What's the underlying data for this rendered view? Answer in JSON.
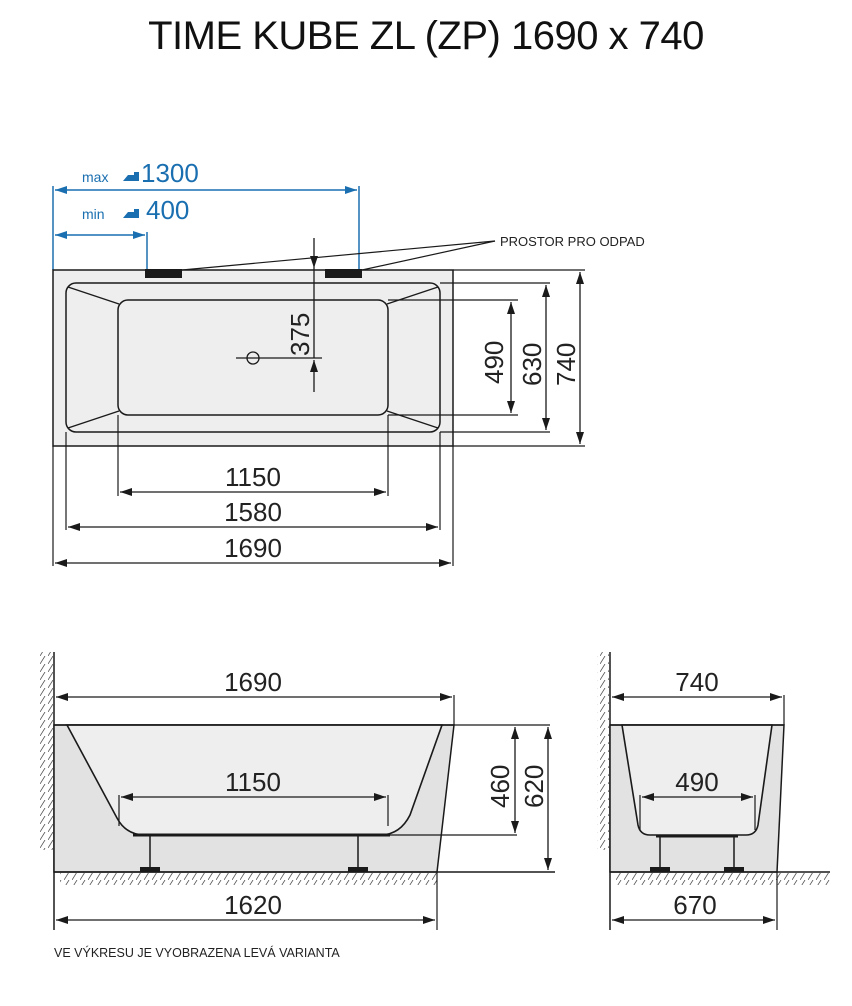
{
  "title": "TIME KUBE ZL (ZP) 1690 x 740",
  "colors": {
    "line": "#1a1a1a",
    "blue_dimension": "#1a6fb0",
    "fill_light": "#eeeeee",
    "fill_shell": "#e2e2e2"
  },
  "top_view": {
    "tap_max": {
      "prefix": "max",
      "icon": "tap-icon",
      "value": "1300"
    },
    "tap_min": {
      "prefix": "min",
      "icon": "tap-icon",
      "value": "400"
    },
    "drain_label": "PROSTOR PRO ODPAD",
    "drain_offset": "375",
    "widths": {
      "inner": "490",
      "rim": "630",
      "outer": "740"
    },
    "lengths": {
      "inner": "1150",
      "rim": "1580",
      "outer": "1690"
    }
  },
  "side_view": {
    "top_length": "1690",
    "bottom_length": "1150",
    "floor_length": "1620",
    "depth": "460",
    "height": "620"
  },
  "end_view": {
    "top_width": "740",
    "bottom_width": "490",
    "floor_width": "670"
  },
  "footnote": "VE VÝKRESU JE VYOBRAZENA LEVÁ VARIANTA"
}
